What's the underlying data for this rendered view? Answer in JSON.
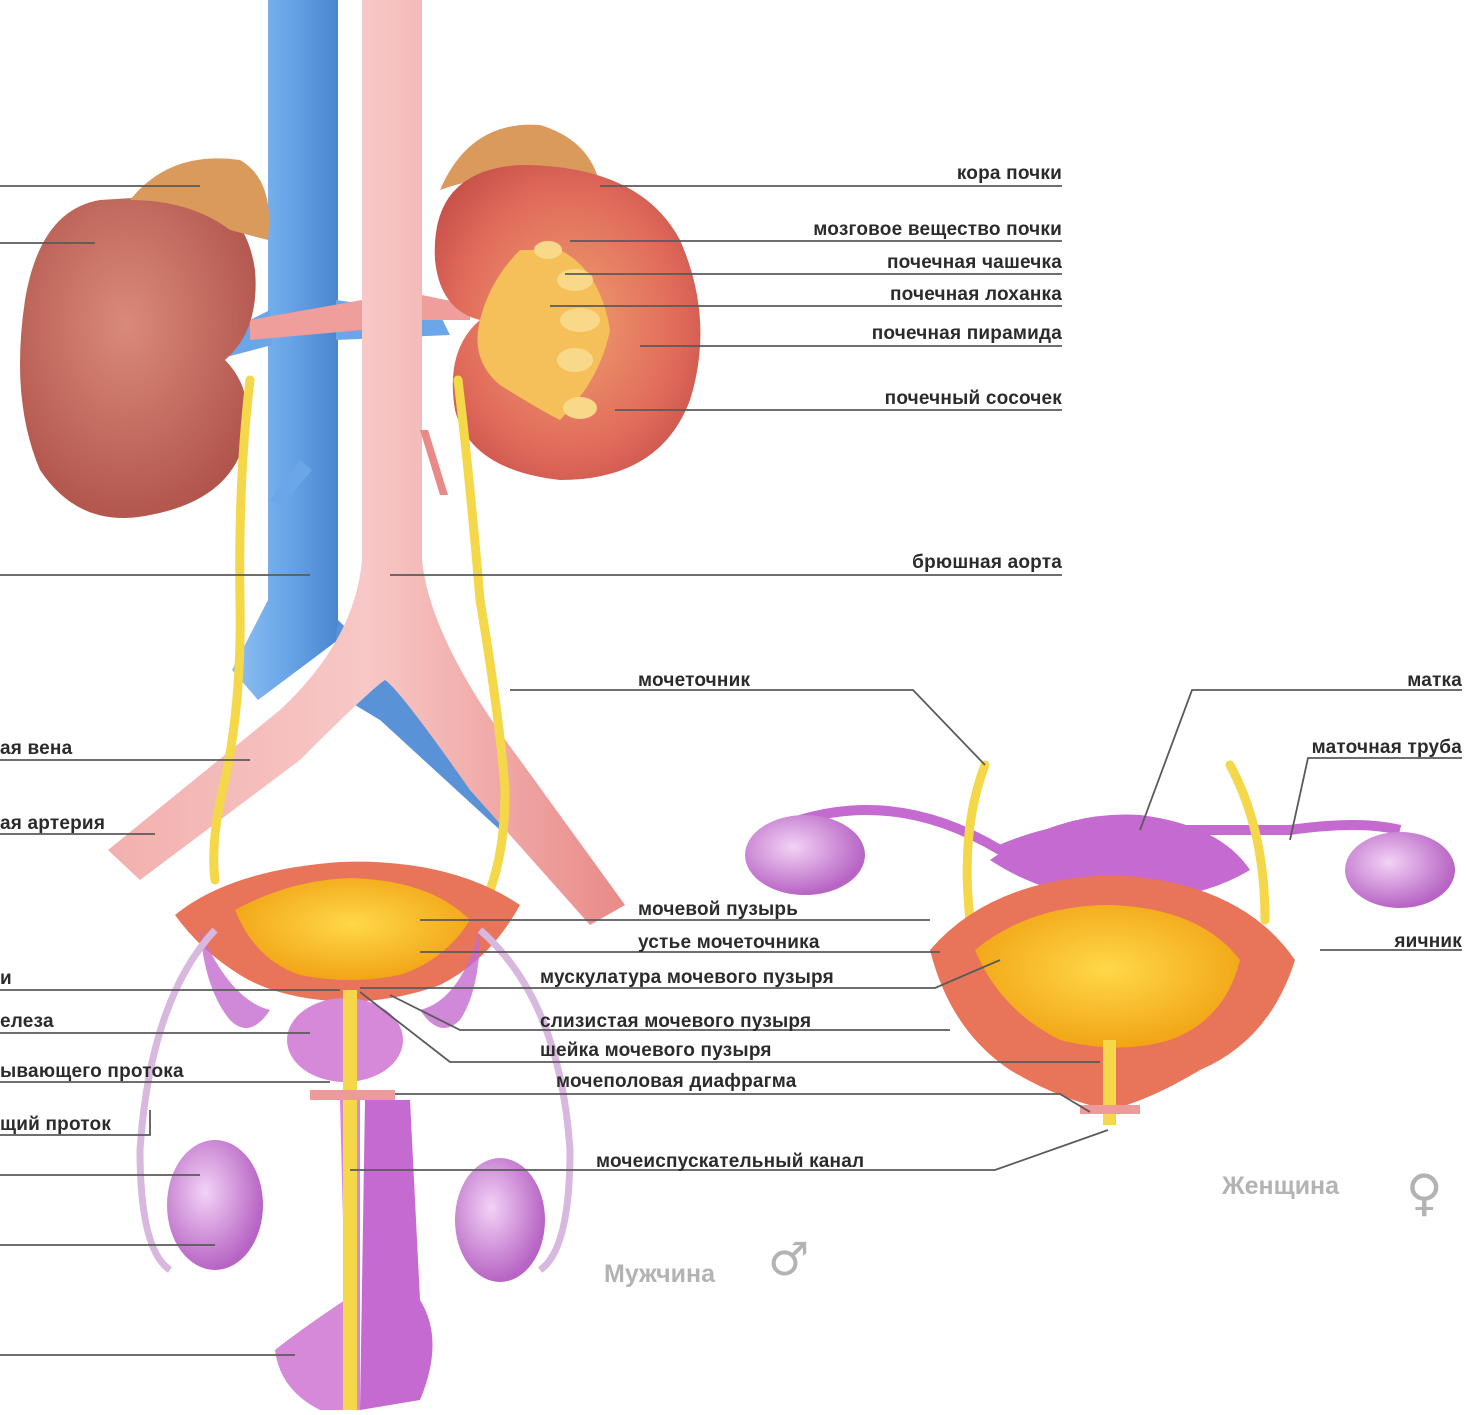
{
  "colors": {
    "vein": "#6aa6e8",
    "artery": "#ee9a9a",
    "kidney": "#c86a5a",
    "adrenal": "#d99a5c",
    "ureter": "#f4d84a",
    "bladder_wall": "#e8745a",
    "urine": "#f3b41a",
    "genital": "#c46ad0",
    "leader": "#5a5a5a"
  },
  "labels": {
    "cortex": "кора почки",
    "medulla": "мозговое вещество почки",
    "calyx": "почечная чашечка",
    "pelvis": "почечная лоханка",
    "pyramid": "почечная пирамида",
    "papilla": "почечный сосочек",
    "aorta": "брюшная аорта",
    "ureter": "мочеточник",
    "uterus": "матка",
    "tube": "маточная труба",
    "bladder": "мочевой пузырь",
    "ureter_orifice": "устье мочеточника",
    "bladder_muscle": "мускулатура мочевого пузыря",
    "ovary": "яичник",
    "mucosa": "слизистая мочевого пузыря",
    "bladder_neck": "шейка мочевого пузыря",
    "diaphragm": "мочеполовая диафрагма",
    "urethra": "мочеиспускательный канал",
    "vein_cut": "ая вена",
    "artery_cut": "ая артерия",
    "left_i": "и",
    "gland_cut": "елеза",
    "duct_cut": "ывающего протока",
    "duct2_cut": "щий проток"
  },
  "legend": {
    "male": "Мужчина",
    "female": "Женщина",
    "male_icon": "male-symbol",
    "female_icon": "female-symbol"
  }
}
